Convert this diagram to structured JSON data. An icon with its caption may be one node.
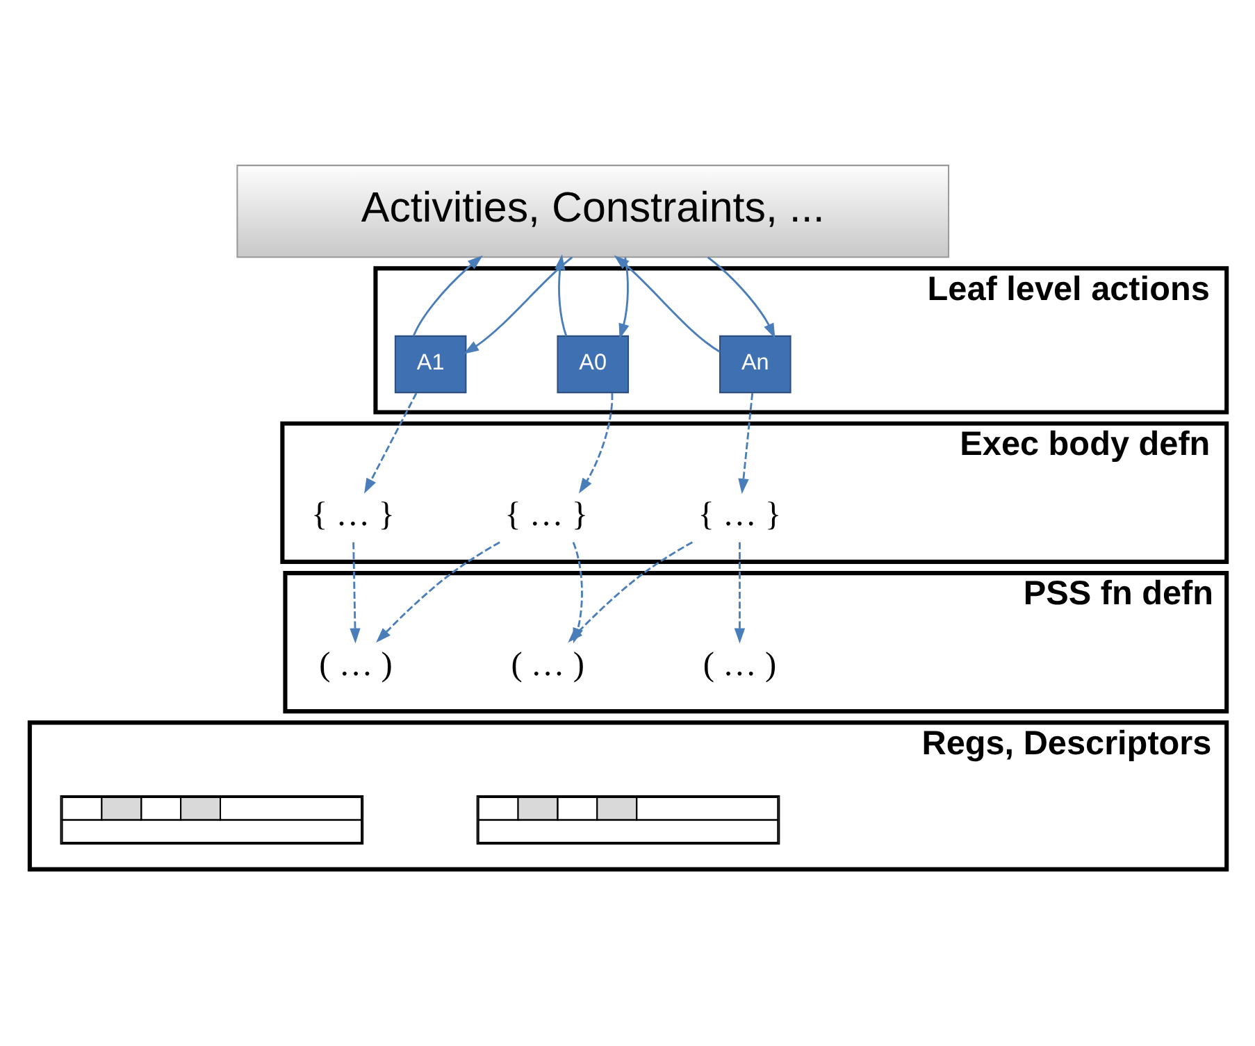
{
  "diagram": {
    "nodes": [
      {
        "text": [
          "Activities, Constraints, ..."
        ]
      },
      {
        "text": [
          "Leaf level actions"
        ]
      },
      {
        "text": [
          "A0"
        ],
        "in": 1
      },
      {
        "text": [
          "A1"
        ],
        "in": 1
      },
      {
        "text": [
          "An"
        ],
        "in": 1
      },
      {
        "text": [
          "Exec body defn"
        ]
      },
      {
        "text": [
          "{ … }"
        ],
        "in": 5
      },
      {
        "text": [
          "{ … }"
        ],
        "in": 5
      },
      {
        "text": [
          "{ … }"
        ],
        "in": 5
      },
      {
        "text": [
          "PSS fn defn"
        ]
      },
      {
        "text": [
          "( … )"
        ],
        "in": 9
      },
      {
        "text": [
          "( … )"
        ],
        "in": 9
      },
      {
        "text": [
          "( … )"
        ],
        "in": 9
      },
      {
        "text": [
          "Regs, Descriptors"
        ]
      },
      {
        "text": [],
        "shape": "box",
        "in": 13
      },
      {
        "text": [],
        "shape": "box",
        "in": 13
      }
    ],
    "edges": [
      {
        "from": 2,
        "to": 0,
        "arrow": "to"
      },
      {
        "from": 0,
        "to": 2,
        "arrow": "to"
      },
      {
        "from": 3,
        "to": 0,
        "arrow": "to"
      },
      {
        "from": 0,
        "to": 3,
        "arrow": "to"
      },
      {
        "from": 4,
        "to": 0,
        "arrow": "to"
      },
      {
        "from": 0,
        "to": 4,
        "arrow": "to"
      },
      {
        "from": 2,
        "to": 6,
        "arrow": "to",
        "style": "dashed"
      },
      {
        "from": 3,
        "to": 7,
        "arrow": "to",
        "style": "dashed"
      },
      {
        "from": 4,
        "to": 8,
        "arrow": "to",
        "style": "dashed"
      },
      {
        "from": 6,
        "to": 10,
        "arrow": "to",
        "style": "dashed"
      },
      {
        "from": 6,
        "to": 11,
        "arrow": "to",
        "style": "dashed"
      },
      {
        "from": 7,
        "to": 11,
        "arrow": "to",
        "style": "dashed"
      },
      {
        "from": 8,
        "to": 10,
        "arrow": "to",
        "style": "dashed"
      },
      {
        "from": 8,
        "to": 12,
        "arrow": "to",
        "style": "dashed"
      }
    ]
  }
}
